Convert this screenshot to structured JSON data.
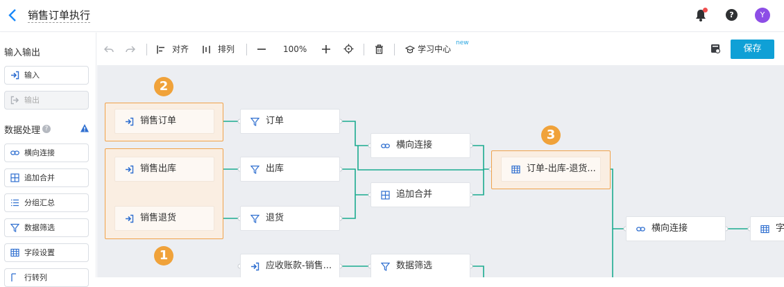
{
  "header": {
    "title": "销售订单执行",
    "avatar_initial": "Y"
  },
  "sidebar": {
    "io_title": "输入输出",
    "io_items": [
      {
        "label": "输入",
        "icon": "input-arrow-icon",
        "disabled": false
      },
      {
        "label": "输出",
        "icon": "output-arrow-icon",
        "disabled": true
      }
    ],
    "processing_title": "数据处理",
    "processing_items": [
      {
        "label": "横向连接",
        "icon": "link-icon"
      },
      {
        "label": "追加合并",
        "icon": "merge-icon"
      },
      {
        "label": "分组汇总",
        "icon": "list-icon"
      },
      {
        "label": "数据筛选",
        "icon": "filter-icon"
      },
      {
        "label": "字段设置",
        "icon": "table-icon"
      },
      {
        "label": "行转列",
        "icon": "transpose-icon"
      }
    ]
  },
  "toolbar": {
    "align_label": "对齐",
    "arrange_label": "排列",
    "zoom_level": "100%",
    "learn_label": "学习中心",
    "new_badge": "new",
    "save_label": "保存"
  },
  "canvas": {
    "markers": [
      "2",
      "3",
      "1"
    ],
    "nodes": {
      "sales_order": "销售订单",
      "sales_outbound": "销售出库",
      "sales_return": "销售退货",
      "filter_order": "订单",
      "filter_outbound": "出库",
      "filter_return": "退货",
      "join1": "横向连接",
      "merge1": "追加合并",
      "result": "订单-出库-退货...",
      "join2": "横向连接",
      "field_partial": "字",
      "receivable": "应收账款-销售...",
      "filter_data": "数据筛选"
    }
  },
  "colors": {
    "accent": "#0fa0d6",
    "group_border": "#f0a24a",
    "marker": "#f0a23a",
    "link": "#1aab8f",
    "icon_blue": "#2f6fd0"
  }
}
